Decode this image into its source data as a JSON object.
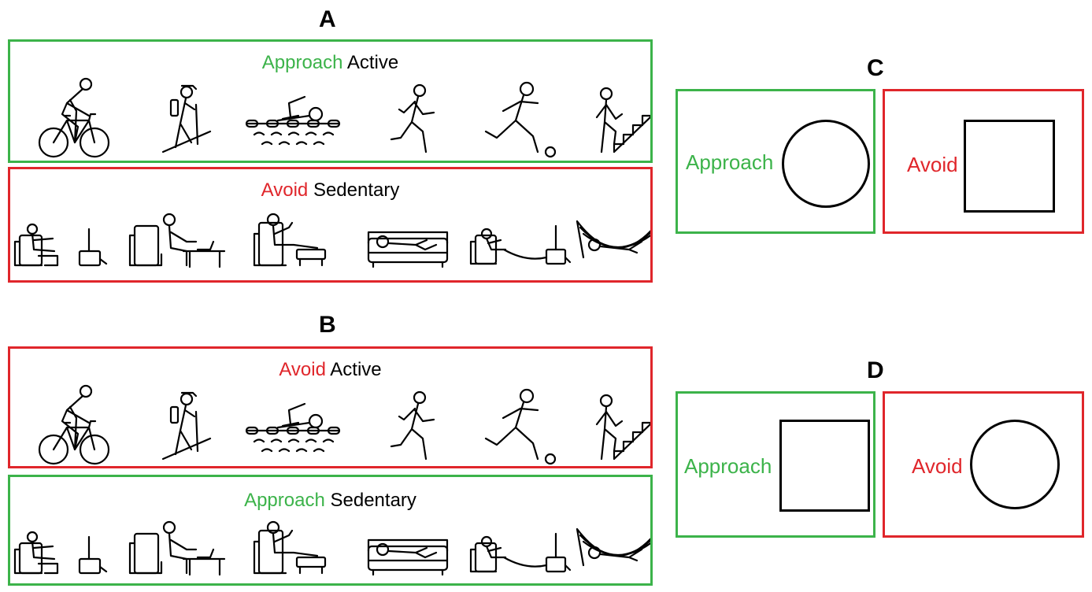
{
  "panels": {
    "A": {
      "letter": "A",
      "top": {
        "verb": "Approach",
        "noun": "Active",
        "verb_color": "#3cb34a",
        "border_color": "#3cb34a"
      },
      "bottom": {
        "verb": "Avoid",
        "noun": "Sedentary",
        "verb_color": "#e0262b",
        "border_color": "#e0262b"
      }
    },
    "B": {
      "letter": "B",
      "top": {
        "verb": "Avoid",
        "noun": "Active",
        "verb_color": "#e0262b",
        "border_color": "#e0262b"
      },
      "bottom": {
        "verb": "Approach",
        "noun": "Sedentary",
        "verb_color": "#3cb34a",
        "border_color": "#3cb34a"
      }
    },
    "C": {
      "letter": "C",
      "left": {
        "label": "Approach",
        "shape": "circle",
        "color": "#3cb34a"
      },
      "right": {
        "label": "Avoid",
        "shape": "square",
        "color": "#e0262b"
      }
    },
    "D": {
      "letter": "D",
      "left": {
        "label": "Approach",
        "shape": "square",
        "color": "#3cb34a"
      },
      "right": {
        "label": "Avoid",
        "shape": "circle",
        "color": "#e0262b"
      }
    }
  },
  "active_icons": [
    "cycling-icon",
    "hiking-icon",
    "swimming-icon",
    "running-icon",
    "soccer-icon",
    "stair-climbing-icon"
  ],
  "sedentary_icons": [
    "tv-watching-icon",
    "laptop-desk-icon",
    "reading-chair-icon",
    "sofa-lying-icon",
    "gaming-icon",
    "hammock-icon"
  ]
}
